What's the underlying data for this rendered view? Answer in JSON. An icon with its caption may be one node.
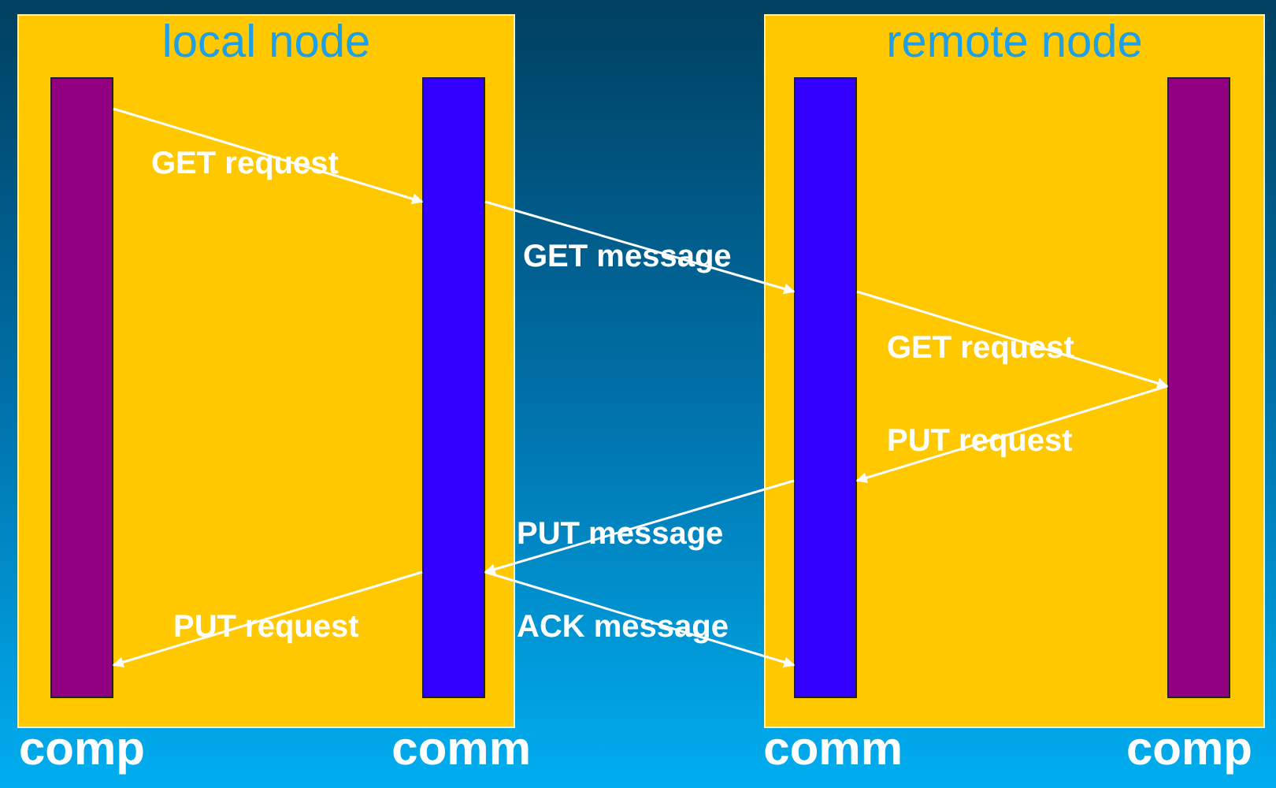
{
  "diagram": {
    "nodes": [
      {
        "text": [
          "local node"
        ]
      },
      {
        "text": [],
        "shape": "bar",
        "in": 0,
        "beside": [
          "comp"
        ]
      },
      {
        "text": [],
        "shape": "bar",
        "in": 0,
        "beside": [
          "comm"
        ]
      },
      {
        "text": [
          "remote node"
        ]
      },
      {
        "text": [],
        "shape": "bar",
        "in": 3,
        "beside": [
          "comm"
        ]
      },
      {
        "text": [],
        "shape": "bar",
        "in": 3,
        "beside": [
          "comp"
        ]
      }
    ],
    "edges": [
      {
        "from": 1,
        "to": 2,
        "arrow": "to",
        "label": "GET request"
      },
      {
        "from": 2,
        "to": 4,
        "arrow": "to",
        "label": "GET message"
      },
      {
        "from": 4,
        "to": 5,
        "arrow": "to",
        "label": "GET request"
      },
      {
        "from": 5,
        "to": 4,
        "arrow": "to",
        "label": "PUT request"
      },
      {
        "from": 4,
        "to": 2,
        "arrow": "to",
        "label": "PUT message"
      },
      {
        "from": 2,
        "to": 1,
        "arrow": "to",
        "label": "PUT request"
      },
      {
        "from": 2,
        "to": 4,
        "arrow": "to",
        "label": "ACK message"
      }
    ]
  }
}
